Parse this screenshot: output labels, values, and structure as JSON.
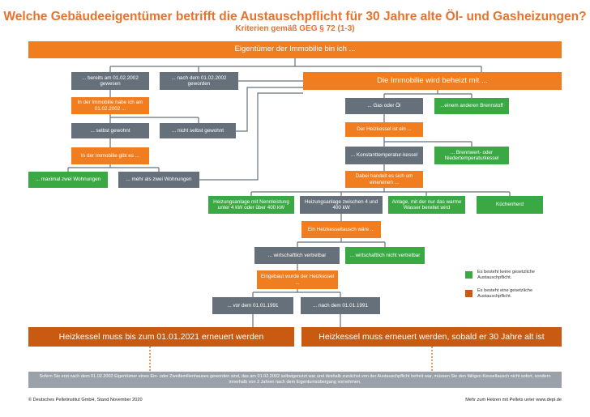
{
  "header": {
    "title": "Welche Gebäudeeigentümer betrifft die Austauschpflicht für 30 Jahre alte Öl- und Gasheizungen?",
    "subtitle": "Kriterien gemäß GEG § 72 (1-3)"
  },
  "nodes": {
    "owner": "Eigentümer der Immobilie bin ich ...",
    "before2002": "... bereits am 01.02.2002 gewesen",
    "after2002": "... nach dem 01.02.2002 geworden",
    "heated": "Die Immobilie wird beheizt mit ...",
    "lived2002": "In der Immobilie habe ich am 01.02.2002 ...",
    "selfLived": "... selbst gewohnt",
    "notSelf": "... nicht selbst gewohnt",
    "gasOil": "... Gas oder Öl",
    "otherFuel": "...einem anderen Brennstoff",
    "boilerIs": "Der Heizkessel ist ein ...",
    "inBuilding": "In der Immobilie gibt es ...",
    "constTemp": "... Konstanttemperatur-kessel",
    "condensing": "... Brennwert- oder Niedertemperaturkessel",
    "maxTwo": "... maximal zwei Wohnungen",
    "moreTwo": "... mehr als zwei Wohnungen",
    "itIs": "Dabei handelt es sich um eine/einen ...",
    "heat1": "Heizungsanlage mit Nennleistung unter 4 kW oder über 400 kW",
    "heat2": "Heizungsanlage zwischen 4 und 400 kW",
    "heat3": "Anlage, mit der nur das warme Wasser bereitet wird",
    "stove": "Küchenherd",
    "exchange": "Ein Heizkesseltausch wäre ...",
    "econ": "... wirtschaftlich vertretbar",
    "notEcon": "... wirtschaftlich nicht vertretbar",
    "installed": "Eingebaut wurde der Heizkessel ...",
    "before1991": "... vor dem 01.01.1991",
    "after1991": "... nach dem 01.01.1991",
    "result1": "Heizkessel muss bis zum 01.01.2021 erneuert werden",
    "result2": "Heizkessel muss erneuert werden, sobald er 30 Jahre alt ist"
  },
  "legend": {
    "green": "Es besteht keine gesetzliche Austauschpflicht.",
    "orange": "Es besteht eine gesetzliche Austauschpflicht."
  },
  "note": "Sofern Sie erst nach dem 01.02.2002 Eigentümer eines Ein- oder Zweifamilienhauses geworden sind, das am 01.02.2002 selbstgenutzt war und deshalb zunächst von der Austauschpflicht befreit war, müssen Sie den fälligen Kesseltausch nicht sofort, sondern innerhalb von 2 Jahren nach dem Eigentumsübergang vornehmen.",
  "footer": {
    "left": "© Deutsches Pelletinstitut GmbH, Stand November 2020",
    "right": "Mehr zum Heizen mit Pellets unter www.depi.de"
  },
  "colors": {
    "orange": "#f07d20",
    "darkOrange": "#c85a12",
    "gray": "#66707a",
    "green": "#3aa943",
    "noteGray": "#9aa1a8"
  }
}
